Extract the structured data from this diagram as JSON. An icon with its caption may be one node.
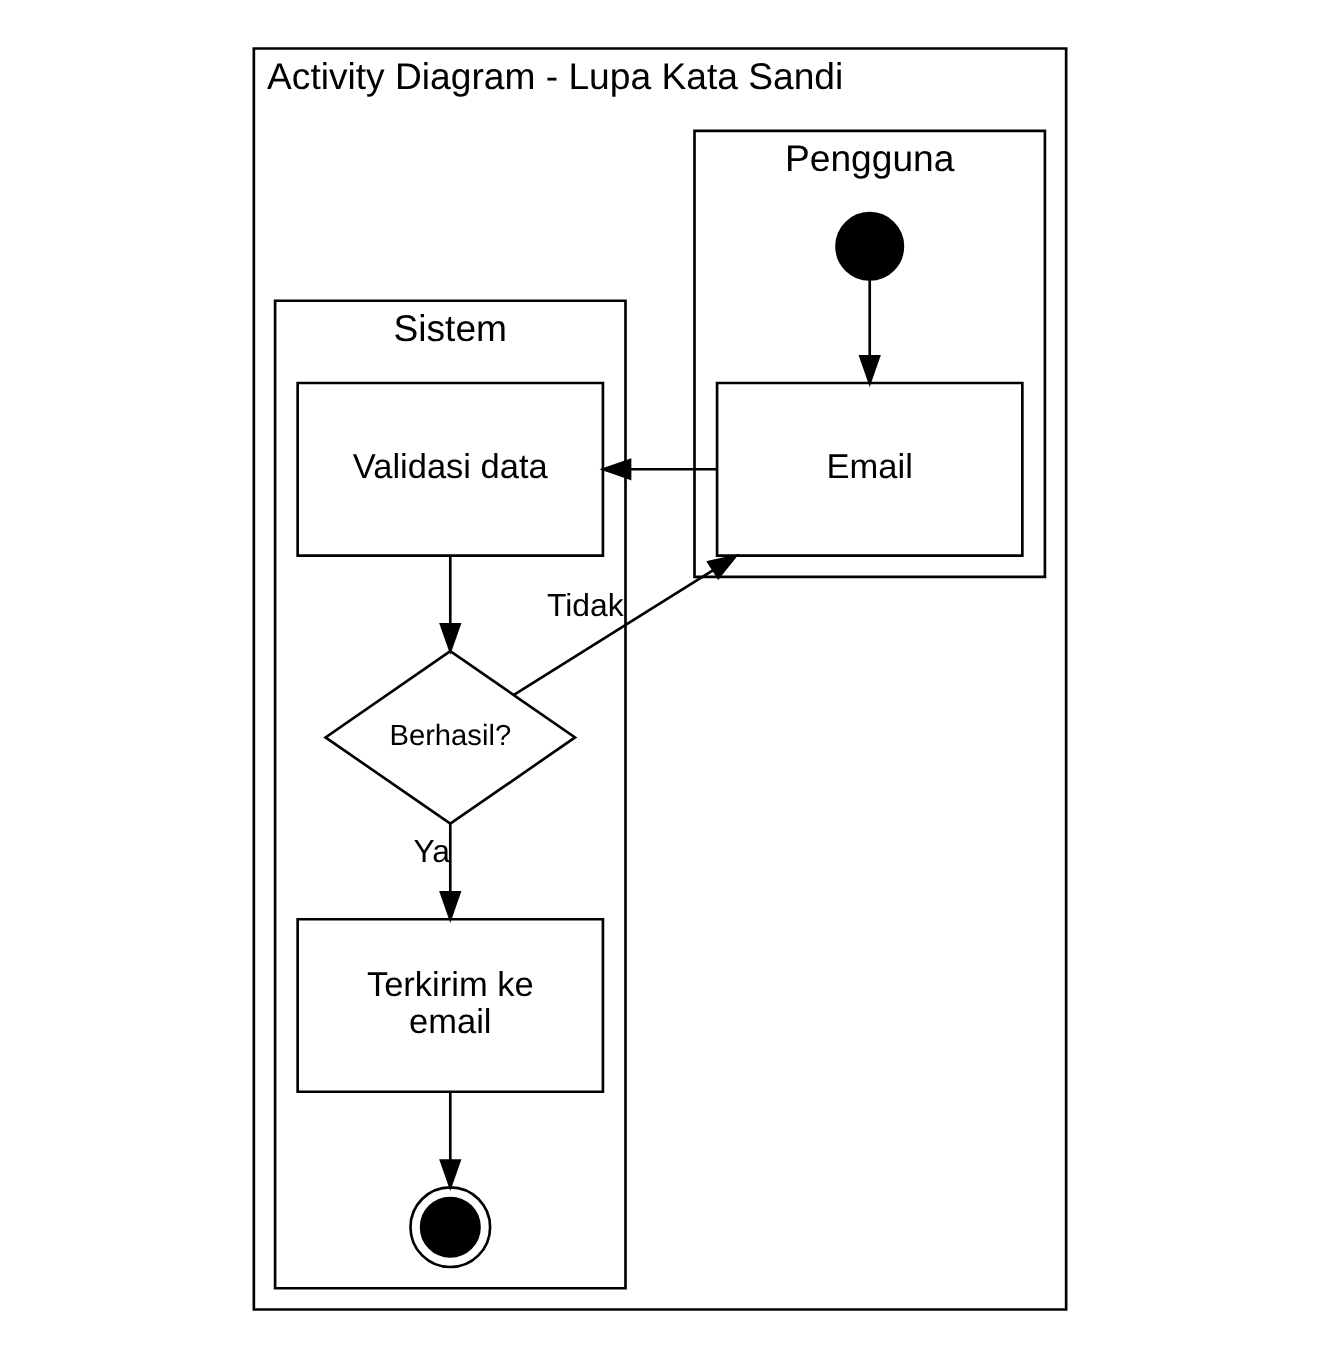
{
  "diagram": {
    "nodes": [
      {
        "text": [
          "Activity Diagram - Lupa Kata Sandi"
        ]
      },
      {
        "text": [
          "Pengguna"
        ],
        "in": 0
      },
      {
        "text": [
          "Sistem"
        ],
        "in": 0
      },
      {
        "text": [],
        "shape": "circle",
        "in": 1
      },
      {
        "text": [
          "Email"
        ],
        "in": 1
      },
      {
        "text": [
          "Validasi data"
        ],
        "in": 2
      },
      {
        "text": [
          "Berhasil?"
        ],
        "in": 2
      },
      {
        "text": [
          "Terkirim ke email"
        ],
        "in": 2
      },
      {
        "text": [],
        "shape": "circle",
        "in": 2
      }
    ],
    "edges": [
      {
        "from": 3,
        "to": 4,
        "arrow": "to"
      },
      {
        "from": 4,
        "to": 5,
        "arrow": "to"
      },
      {
        "from": 5,
        "to": 6,
        "arrow": "to"
      },
      {
        "from": 6,
        "to": 4,
        "label": "Tidak",
        "arrow": "to"
      },
      {
        "from": 6,
        "to": 7,
        "label": "Ya",
        "arrow": "to"
      },
      {
        "from": 7,
        "to": 8,
        "arrow": "to"
      }
    ]
  }
}
